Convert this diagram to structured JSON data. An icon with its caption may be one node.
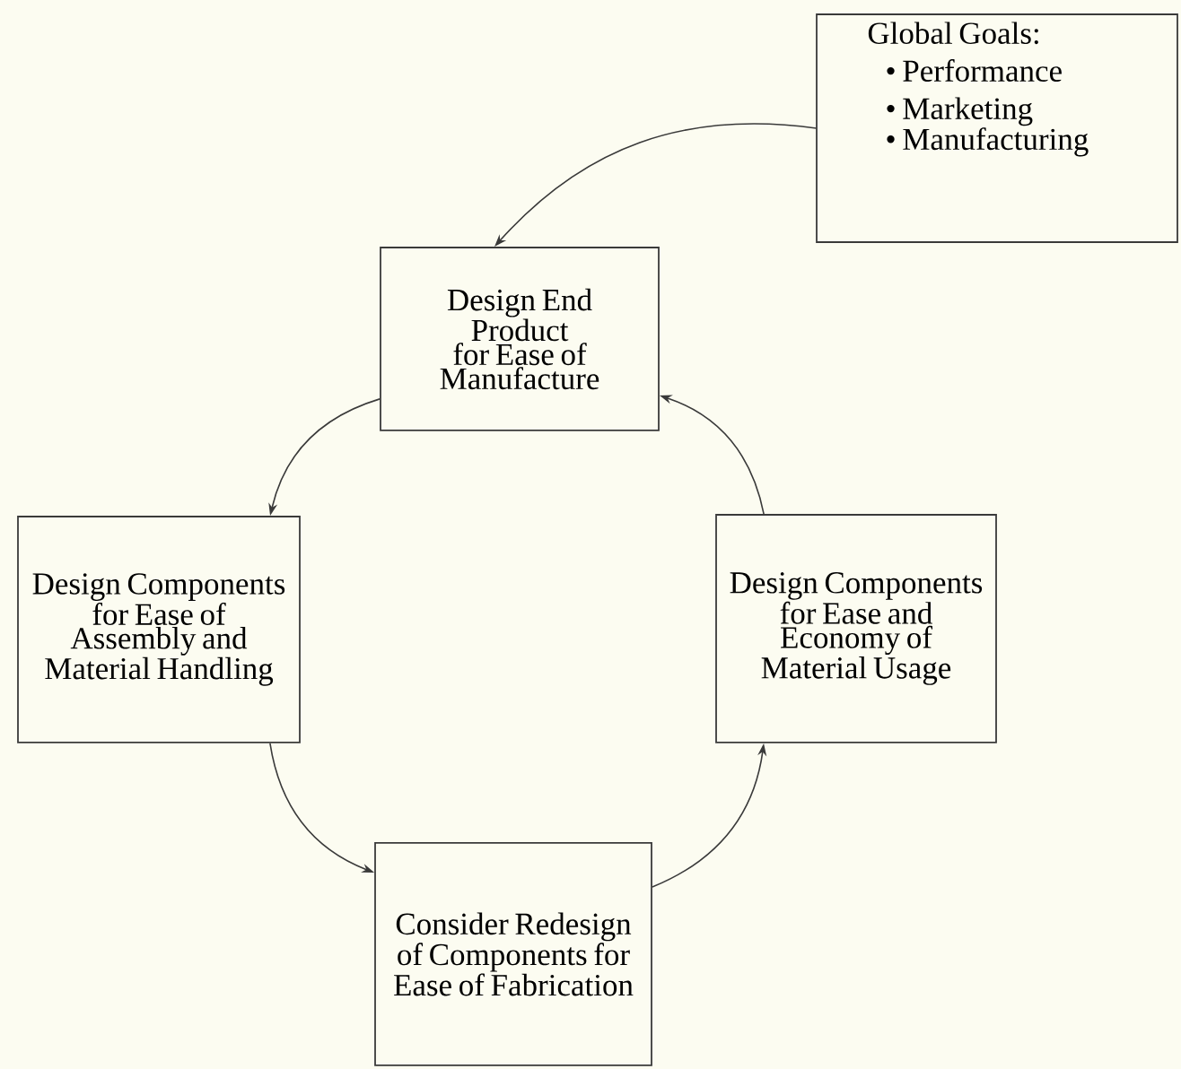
{
  "diagram": {
    "nodes": [
      {
        "text": [
          "Global Goals:",
          "• Performance",
          "• Marketing",
          "• Manufacturing"
        ]
      },
      {
        "text": [
          "Design End Product for Ease of Manufacture"
        ]
      },
      {
        "text": [
          "Design Components for Ease of Assembly and Material Handling"
        ]
      },
      {
        "text": [
          "Design Components for Ease and Economy of Material Usage"
        ]
      },
      {
        "text": [
          "Consider Redesign of Components for Ease of Fabrication"
        ]
      }
    ],
    "edges": [
      {
        "from": 0,
        "to": 1,
        "arrow": "to"
      },
      {
        "from": 1,
        "to": 2,
        "arrow": "to"
      },
      {
        "from": 2,
        "to": 4,
        "arrow": "to"
      },
      {
        "from": 4,
        "to": 3,
        "arrow": "to"
      },
      {
        "from": 3,
        "to": 1,
        "arrow": "to"
      }
    ]
  }
}
